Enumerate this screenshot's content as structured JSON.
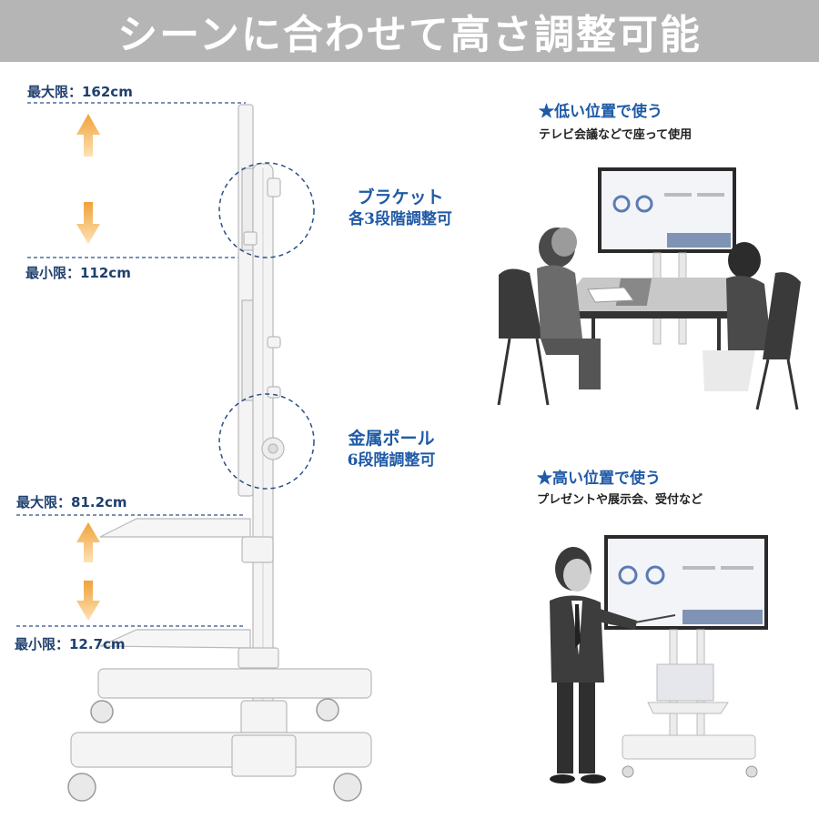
{
  "header": {
    "title": "シーンに合わせて高さ調整可能"
  },
  "bracket_range": {
    "max_label": "最大限：162cm",
    "min_label": "最小限：112cm"
  },
  "shelf_range": {
    "max_label": "最大限：81.2cm",
    "min_label": "最小限：12.7cm"
  },
  "callouts": {
    "bracket": {
      "line1": "ブラケット",
      "line2": "各3段階調整可"
    },
    "pole": {
      "line1": "金属ポール",
      "line2": "6段階調整可"
    }
  },
  "scenes": [
    {
      "heading": "★低い位置で使う",
      "caption": "テレビ会議などで座って使用"
    },
    {
      "heading": "★高い位置で使う",
      "caption": "プレゼントや展示会、受付など"
    }
  ],
  "colors": {
    "banner": "#b5b5b5",
    "accent_text": "#1f5aa6",
    "label_text": "#1f3f6e",
    "arrow": "#f0a23a"
  }
}
